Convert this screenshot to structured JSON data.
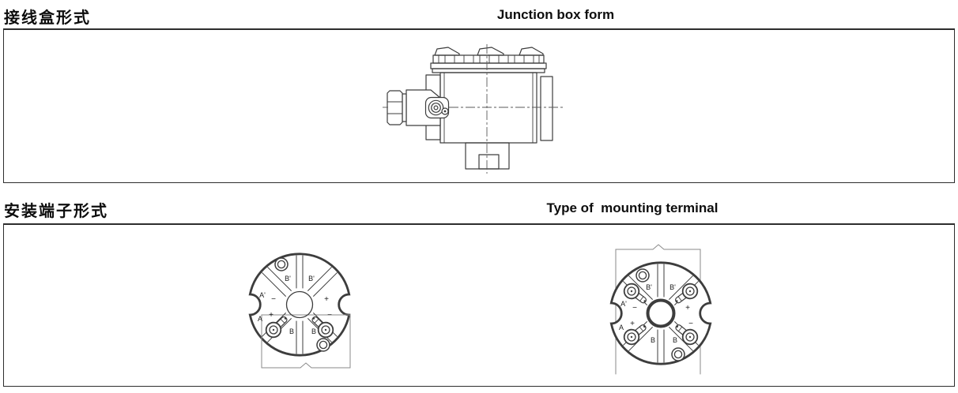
{
  "sections": {
    "junction_box": {
      "title_zh": "接线盒形式",
      "title_en": "Junction box form"
    },
    "mounting_terminal": {
      "title_zh": "安装端子形式",
      "title_en": "Type of  mounting terminal"
    }
  },
  "terminal_labels": {
    "b_prime": "B'",
    "a_prime": "A'",
    "a": "A",
    "b": "B",
    "plus": "+",
    "minus": "−"
  },
  "colors": {
    "background": "#ffffff",
    "text": "#111111",
    "drawing_line": "#3d3d3d",
    "frame_border": "#2d2d2d",
    "thin_outline": "#8a8a8a"
  }
}
